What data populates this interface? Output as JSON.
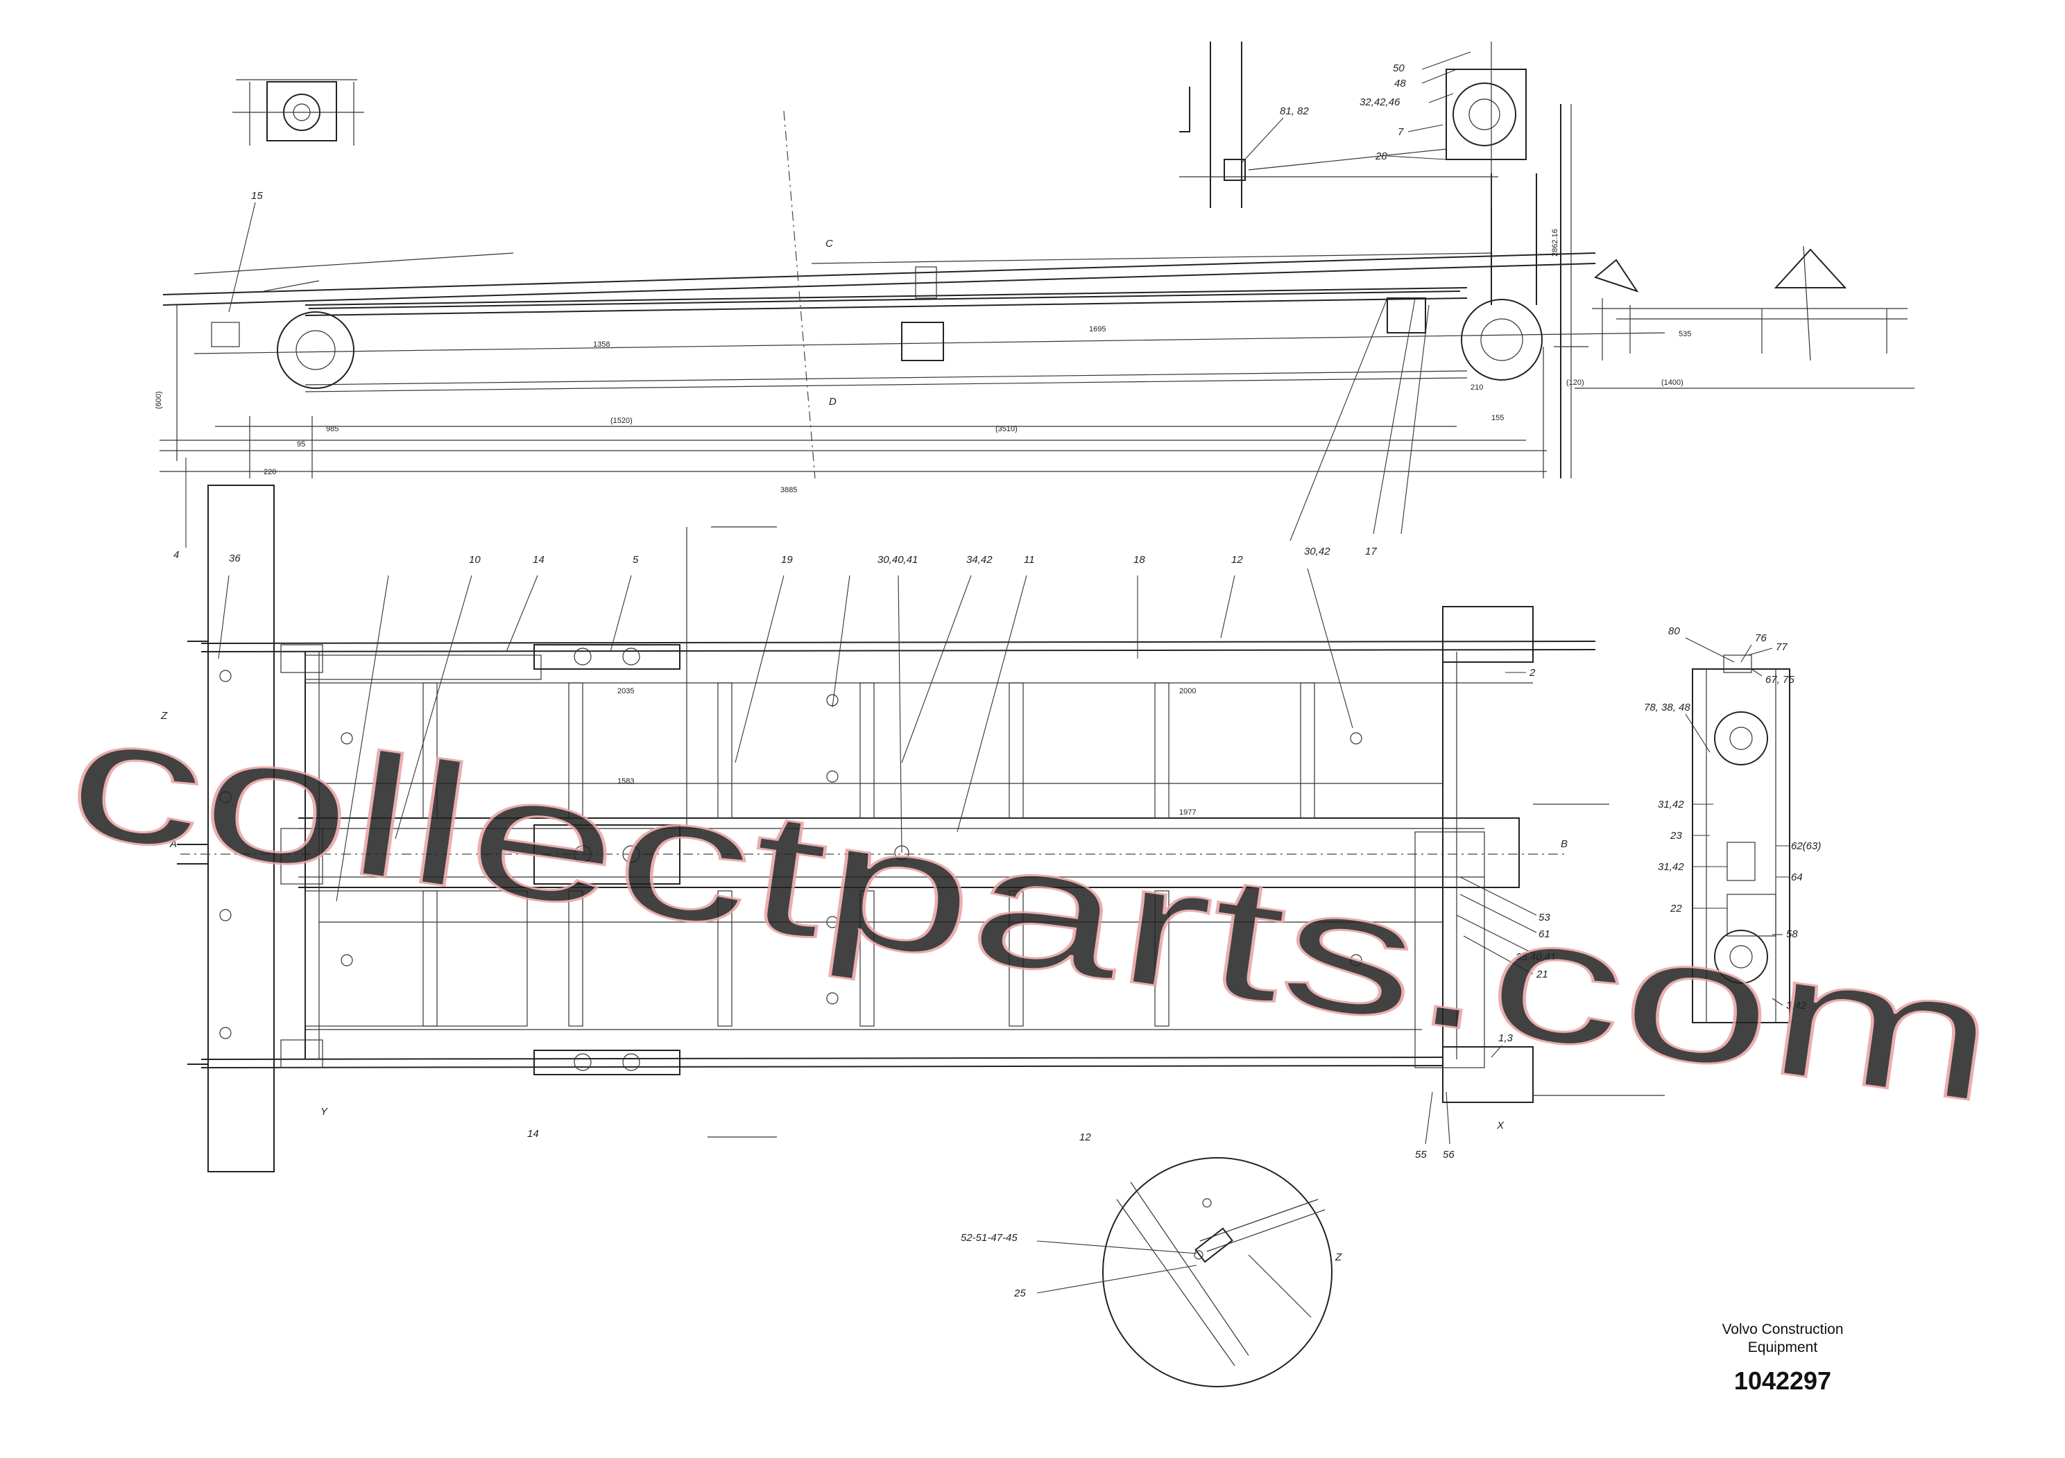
{
  "watermark": "collectparts.com",
  "caption": {
    "company": "Volvo Construction Equipment",
    "part_number": "1042297"
  },
  "section_markers": {
    "a": "A",
    "b": "B",
    "c": "C",
    "d": "D",
    "x": "X",
    "y": "Y",
    "z": "Z"
  },
  "callouts": {
    "c15": "15",
    "c4": "4",
    "c36": "36",
    "c10": "10",
    "c14": "14",
    "c5": "5",
    "c19": "19",
    "c30_40_41": "30,40,41",
    "c34_42": "34,42",
    "c11": "11",
    "c18": "18",
    "c12": "12",
    "c30_42": "30,42",
    "c17": "17",
    "c2": "2",
    "c12b": "12",
    "c14b": "14",
    "c55": "55",
    "c56": "56",
    "c53": "53",
    "c61": "61",
    "c35_40_41": "35,40,41",
    "c21": "21",
    "c1_3": "1,3",
    "c50": "50",
    "c48": "48",
    "c32_42_46": "32,42,46",
    "c7": "7",
    "c81_82": "81, 82",
    "c28": "28",
    "c80": "80",
    "c76": "76",
    "c77": "77",
    "c67_75": "67, 75",
    "c78_38_48": "78, 38, 48",
    "c31_42a": "31,42",
    "c23": "23",
    "c62_63": "62(63)",
    "c31_42b": "31,42",
    "c64": "64",
    "c22": "22",
    "c58": "58",
    "c3_42": "3,42",
    "c52_51_47_45": "52-51-47-45",
    "c25": "25",
    "cZ": "Z"
  },
  "dimensions": {
    "d220": "220",
    "d3885": "3885",
    "d95": "95",
    "d985": "985",
    "d1520": "(1520)",
    "d1358": "1358",
    "d3510": "(3510)",
    "d1695": "1695",
    "d210": "210",
    "d155": "155",
    "d600": "(600)",
    "d2035": "2035",
    "d2000": "2000",
    "d1977": "1977",
    "d1583": "1583",
    "d535": "535",
    "d120": "(120)",
    "d1400": "(1400)"
  }
}
